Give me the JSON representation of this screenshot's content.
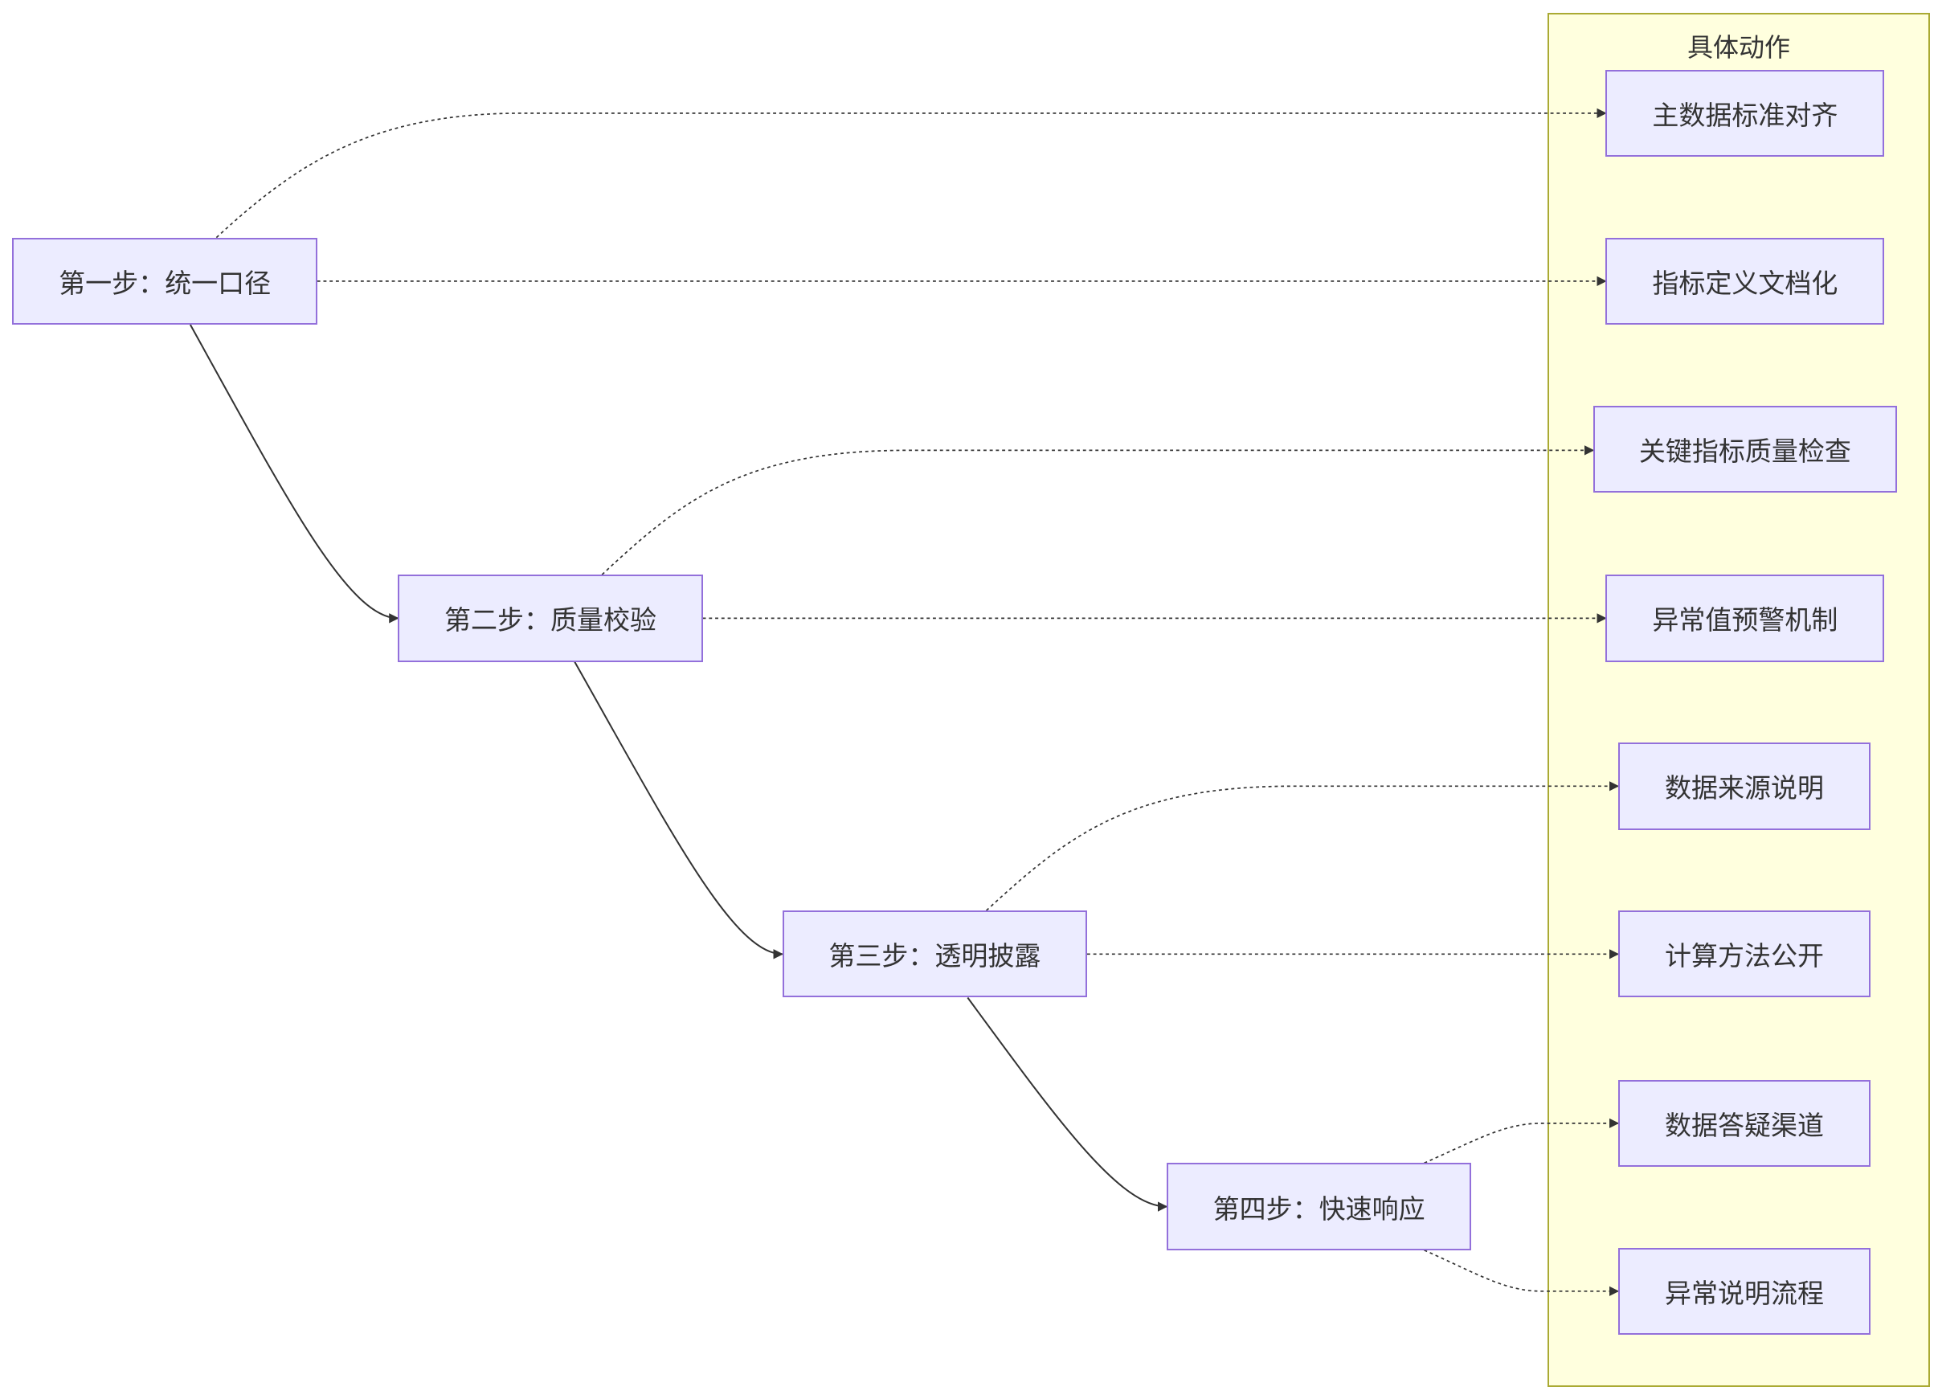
{
  "diagram": {
    "group_title": "具体动作",
    "steps": [
      {
        "id": "s1",
        "label": "第一步：统一口径"
      },
      {
        "id": "s2",
        "label": "第二步：质量校验"
      },
      {
        "id": "s3",
        "label": "第三步：透明披露"
      },
      {
        "id": "s4",
        "label": "第四步：快速响应"
      }
    ],
    "actions": [
      {
        "id": "a1",
        "label": "主数据标准对齐"
      },
      {
        "id": "a2",
        "label": "指标定义文档化"
      },
      {
        "id": "a3",
        "label": "关键指标质量检查"
      },
      {
        "id": "a4",
        "label": "异常值预警机制"
      },
      {
        "id": "a5",
        "label": "数据来源说明"
      },
      {
        "id": "a6",
        "label": "计算方法公开"
      },
      {
        "id": "a7",
        "label": "数据答疑渠道"
      },
      {
        "id": "a8",
        "label": "异常说明流程"
      }
    ],
    "edges": [
      {
        "from": "s1",
        "to": "s2",
        "style": "solid"
      },
      {
        "from": "s2",
        "to": "s3",
        "style": "solid"
      },
      {
        "from": "s3",
        "to": "s4",
        "style": "solid"
      },
      {
        "from": "s1",
        "to": "a1",
        "style": "dotted"
      },
      {
        "from": "s1",
        "to": "a2",
        "style": "dotted"
      },
      {
        "from": "s2",
        "to": "a3",
        "style": "dotted"
      },
      {
        "from": "s2",
        "to": "a4",
        "style": "dotted"
      },
      {
        "from": "s3",
        "to": "a5",
        "style": "dotted"
      },
      {
        "from": "s3",
        "to": "a6",
        "style": "dotted"
      },
      {
        "from": "s4",
        "to": "a7",
        "style": "dotted"
      },
      {
        "from": "s4",
        "to": "a8",
        "style": "dotted"
      }
    ],
    "colors": {
      "node_fill": "#ececff",
      "node_border": "#9370db",
      "group_fill": "#ffffde",
      "group_border": "#aaaa33",
      "edge": "#333333",
      "text": "#333333"
    }
  }
}
